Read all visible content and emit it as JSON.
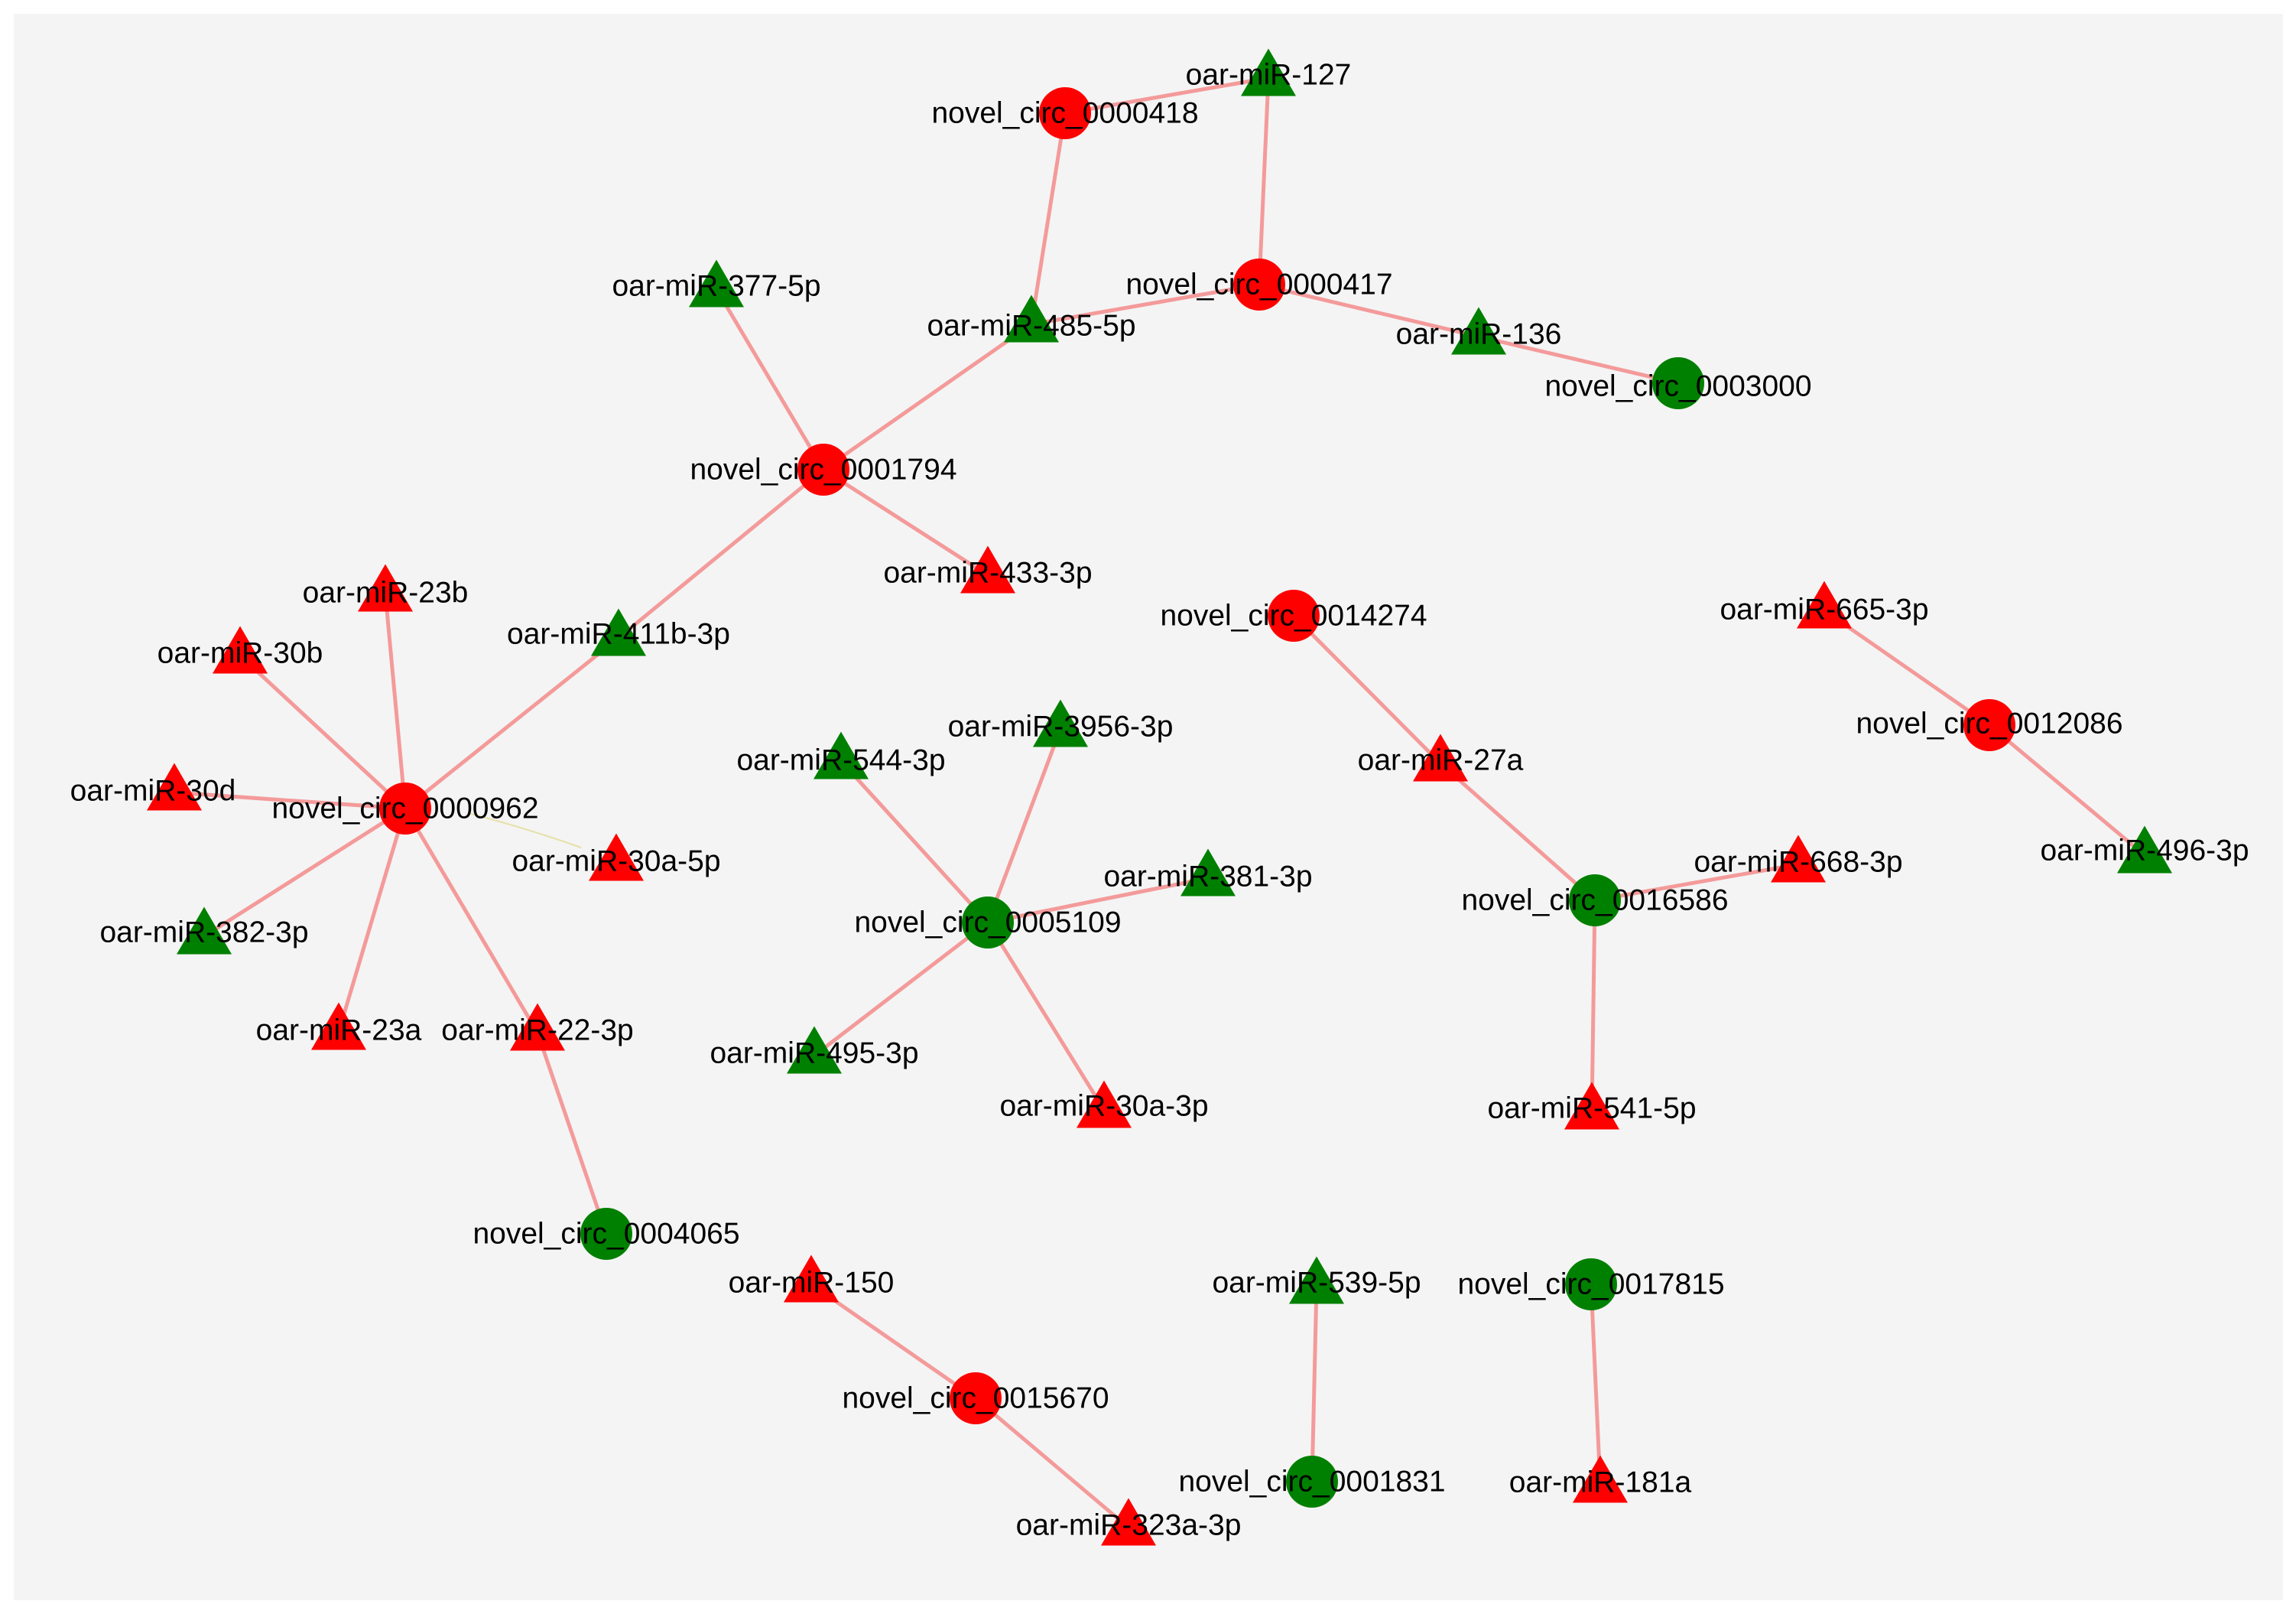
{
  "colors": {
    "background": "#f4f4f4",
    "edge": "#f49a9a",
    "up": "#ff0000",
    "down": "#008000"
  },
  "nodes": [
    {
      "id": "c0000418",
      "label": "novel_circ_0000418",
      "shape": "circle",
      "color": "up"
    },
    {
      "id": "m127",
      "label": "oar-miR-127",
      "shape": "triangle",
      "color": "down"
    },
    {
      "id": "c0000417",
      "label": "novel_circ_0000417",
      "shape": "circle",
      "color": "up"
    },
    {
      "id": "m485",
      "label": "oar-miR-485-5p",
      "shape": "triangle",
      "color": "down"
    },
    {
      "id": "m377",
      "label": "oar-miR-377-5p",
      "shape": "triangle",
      "color": "down"
    },
    {
      "id": "m136",
      "label": "oar-miR-136",
      "shape": "triangle",
      "color": "down"
    },
    {
      "id": "c0003000",
      "label": "novel_circ_0003000",
      "shape": "circle",
      "color": "down"
    },
    {
      "id": "c0001794",
      "label": "novel_circ_0001794",
      "shape": "circle",
      "color": "up"
    },
    {
      "id": "m433",
      "label": "oar-miR-433-3p",
      "shape": "triangle",
      "color": "up"
    },
    {
      "id": "c0014274",
      "label": "novel_circ_0014274",
      "shape": "circle",
      "color": "up"
    },
    {
      "id": "m665",
      "label": "oar-miR-665-3p",
      "shape": "triangle",
      "color": "up"
    },
    {
      "id": "m23b",
      "label": "oar-miR-23b",
      "shape": "triangle",
      "color": "up"
    },
    {
      "id": "m30b",
      "label": "oar-miR-30b",
      "shape": "triangle",
      "color": "up"
    },
    {
      "id": "m411b",
      "label": "oar-miR-411b-3p",
      "shape": "triangle",
      "color": "down"
    },
    {
      "id": "m3956",
      "label": "oar-miR-3956-3p",
      "shape": "triangle",
      "color": "down"
    },
    {
      "id": "c0012086",
      "label": "novel_circ_0012086",
      "shape": "circle",
      "color": "up"
    },
    {
      "id": "m544",
      "label": "oar-miR-544-3p",
      "shape": "triangle",
      "color": "down"
    },
    {
      "id": "m27a",
      "label": "oar-miR-27a",
      "shape": "triangle",
      "color": "up"
    },
    {
      "id": "m30d",
      "label": "oar-miR-30d",
      "shape": "triangle",
      "color": "up"
    },
    {
      "id": "c0000962",
      "label": "novel_circ_0000962",
      "shape": "circle",
      "color": "up"
    },
    {
      "id": "m30a5p",
      "label": "oar-miR-30a-5p",
      "shape": "triangle",
      "color": "up"
    },
    {
      "id": "m668",
      "label": "oar-miR-668-3p",
      "shape": "triangle",
      "color": "up"
    },
    {
      "id": "m496",
      "label": "oar-miR-496-3p",
      "shape": "triangle",
      "color": "down"
    },
    {
      "id": "m381",
      "label": "oar-miR-381-3p",
      "shape": "triangle",
      "color": "down"
    },
    {
      "id": "c0016586",
      "label": "novel_circ_0016586",
      "shape": "circle",
      "color": "down"
    },
    {
      "id": "c0005109",
      "label": "novel_circ_0005109",
      "shape": "circle",
      "color": "down"
    },
    {
      "id": "m382",
      "label": "oar-miR-382-3p",
      "shape": "triangle",
      "color": "down"
    },
    {
      "id": "m23a",
      "label": "oar-miR-23a",
      "shape": "triangle",
      "color": "up"
    },
    {
      "id": "m22",
      "label": "oar-miR-22-3p",
      "shape": "triangle",
      "color": "up"
    },
    {
      "id": "m495",
      "label": "oar-miR-495-3p",
      "shape": "triangle",
      "color": "down"
    },
    {
      "id": "m30a3p",
      "label": "oar-miR-30a-3p",
      "shape": "triangle",
      "color": "up"
    },
    {
      "id": "m541",
      "label": "oar-miR-541-5p",
      "shape": "triangle",
      "color": "up"
    },
    {
      "id": "c0004065",
      "label": "novel_circ_0004065",
      "shape": "circle",
      "color": "down"
    },
    {
      "id": "m150",
      "label": "oar-miR-150",
      "shape": "triangle",
      "color": "up"
    },
    {
      "id": "m539",
      "label": "oar-miR-539-5p",
      "shape": "triangle",
      "color": "down"
    },
    {
      "id": "c0017815",
      "label": "novel_circ_0017815",
      "shape": "circle",
      "color": "down"
    },
    {
      "id": "c0015670",
      "label": "novel_circ_0015670",
      "shape": "circle",
      "color": "up"
    },
    {
      "id": "c0001831",
      "label": "novel_circ_0001831",
      "shape": "circle",
      "color": "down"
    },
    {
      "id": "m181a",
      "label": "oar-miR-181a",
      "shape": "triangle",
      "color": "up"
    },
    {
      "id": "m323a",
      "label": "oar-miR-323a-3p",
      "shape": "triangle",
      "color": "up"
    }
  ],
  "edges": [
    [
      "c0000418",
      "m127"
    ],
    [
      "c0000418",
      "m485"
    ],
    [
      "m127",
      "c0000417"
    ],
    [
      "c0000417",
      "m485"
    ],
    [
      "c0000417",
      "m136"
    ],
    [
      "m136",
      "c0003000"
    ],
    [
      "m485",
      "c0001794"
    ],
    [
      "m377",
      "c0001794"
    ],
    [
      "c0001794",
      "m433"
    ],
    [
      "c0001794",
      "m411b"
    ],
    [
      "m411b",
      "c0000962"
    ],
    [
      "m23b",
      "c0000962"
    ],
    [
      "m30b",
      "c0000962"
    ],
    [
      "m30d",
      "c0000962"
    ],
    [
      "c0000962",
      "m382"
    ],
    [
      "c0000962",
      "m23a"
    ],
    [
      "c0000962",
      "m22"
    ],
    [
      "m22",
      "c0004065"
    ],
    [
      "m544",
      "c0005109"
    ],
    [
      "m3956",
      "c0005109"
    ],
    [
      "m381",
      "c0005109"
    ],
    [
      "c0005109",
      "m495"
    ],
    [
      "c0005109",
      "m30a3p"
    ],
    [
      "c0014274",
      "m27a"
    ],
    [
      "m27a",
      "c0016586"
    ],
    [
      "m668",
      "c0016586"
    ],
    [
      "c0016586",
      "m541"
    ],
    [
      "m665",
      "c0012086"
    ],
    [
      "c0012086",
      "m496"
    ],
    [
      "m150",
      "c0015670"
    ],
    [
      "c0015670",
      "m323a"
    ],
    [
      "m539",
      "c0001831"
    ],
    [
      "c0017815",
      "m181a"
    ]
  ]
}
